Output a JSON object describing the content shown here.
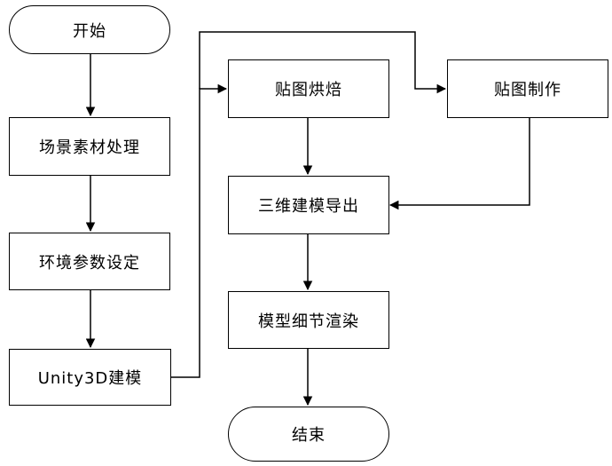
{
  "nodes": {
    "start": "开始",
    "scene": "场景素材处理",
    "env": "环境参数设定",
    "unity": "Unity3D建模",
    "bake": "贴图烘焙",
    "texture": "贴图制作",
    "export": "三维建模导出",
    "render": "模型细节渲染",
    "end": "结束"
  }
}
